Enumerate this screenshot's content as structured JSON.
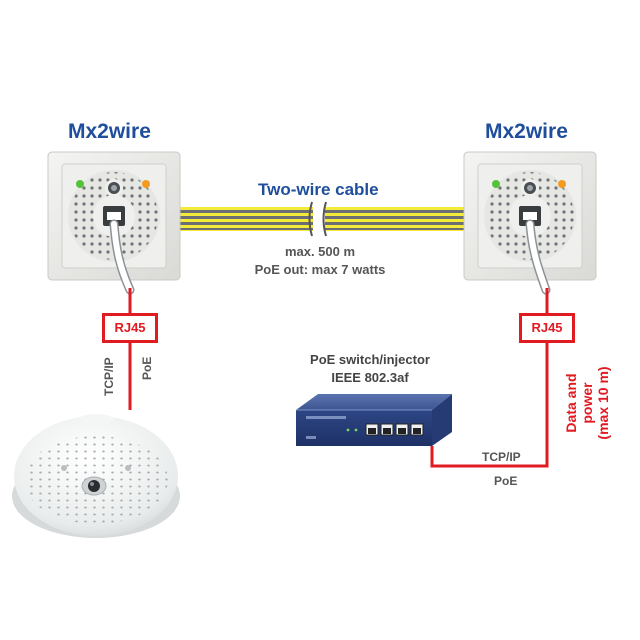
{
  "device_left": {
    "title": "Mx2wire"
  },
  "device_right": {
    "title": "Mx2wire"
  },
  "cable": {
    "title": "Two-wire cable",
    "spec_distance": "max. 500 m",
    "spec_power": "PoE out: max 7 watts"
  },
  "left_link": {
    "connector": "RJ45",
    "label_protocol": "TCP/IP",
    "label_power": "PoE"
  },
  "right_link": {
    "connector": "RJ45",
    "label_line1": "Data and",
    "label_line2": "power",
    "label_line3": "(max 10 m)"
  },
  "switch": {
    "title": "PoE switch/injector",
    "standard": "IEEE 802.3af",
    "label_protocol": "TCP/IP",
    "label_power": "PoE"
  },
  "colors": {
    "title_blue": "#1f4e9c",
    "connector_red": "#e11b22",
    "cable_yellow": "#f2e600",
    "cable_grey": "#6b6f73"
  }
}
